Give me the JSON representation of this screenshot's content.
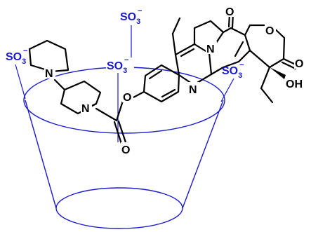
{
  "colors": {
    "cyclodextrin": "#1a1ad0",
    "bonds": "#000000"
  },
  "labels": {
    "sulfonate_base": "SO",
    "sulfonate_sub": "3",
    "sulfonate_charge": "−",
    "nitrogen": "N",
    "oxygen": "O",
    "hydroxyl": "OH"
  }
}
